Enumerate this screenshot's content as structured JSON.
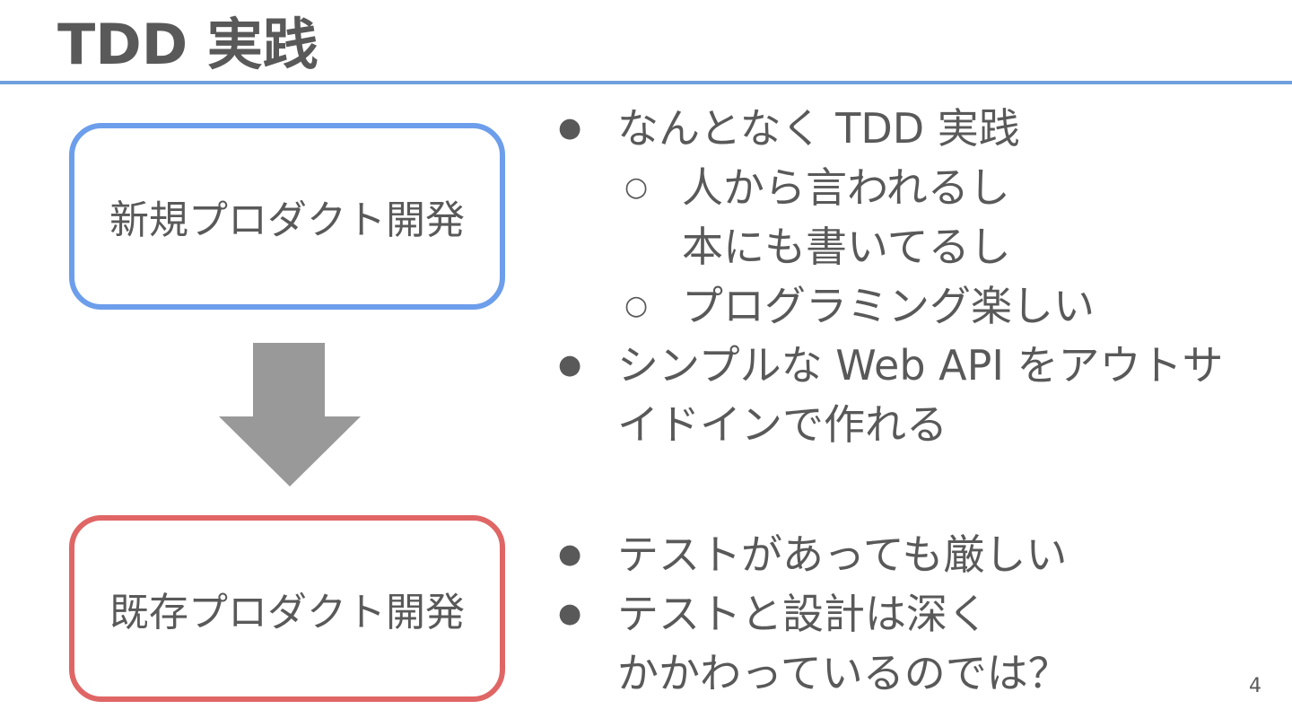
{
  "title": "TDD 実践",
  "colors": {
    "rule": "#6fa0dc",
    "new_box_border": "#6d9eeb",
    "old_box_border": "#e06666",
    "arrow": "#999999",
    "text": "#595959"
  },
  "new_product": {
    "label": "新規プロダクト開発",
    "bullets": [
      {
        "text": "なんとなく TDD 実践",
        "subs": [
          {
            "lines": [
              "人から言われるし",
              "本にも書いてるし"
            ]
          },
          {
            "lines": [
              "プログラミング楽しい"
            ]
          }
        ]
      },
      {
        "lines": [
          "シンプルな Web API をアウトサ",
          "イドインで作れる"
        ]
      }
    ]
  },
  "existing_product": {
    "label": "既存プロダクト開発",
    "bullets": [
      {
        "lines": [
          "テストがあっても厳しい"
        ]
      },
      {
        "lines": [
          "テストと設計は深く",
          "かかわっているのでは？"
        ]
      }
    ]
  },
  "bullet_icon": "filled-circle",
  "sub_bullet_icon": "hollow-circle",
  "arrow_icon": "down-arrow",
  "page_number": "4"
}
